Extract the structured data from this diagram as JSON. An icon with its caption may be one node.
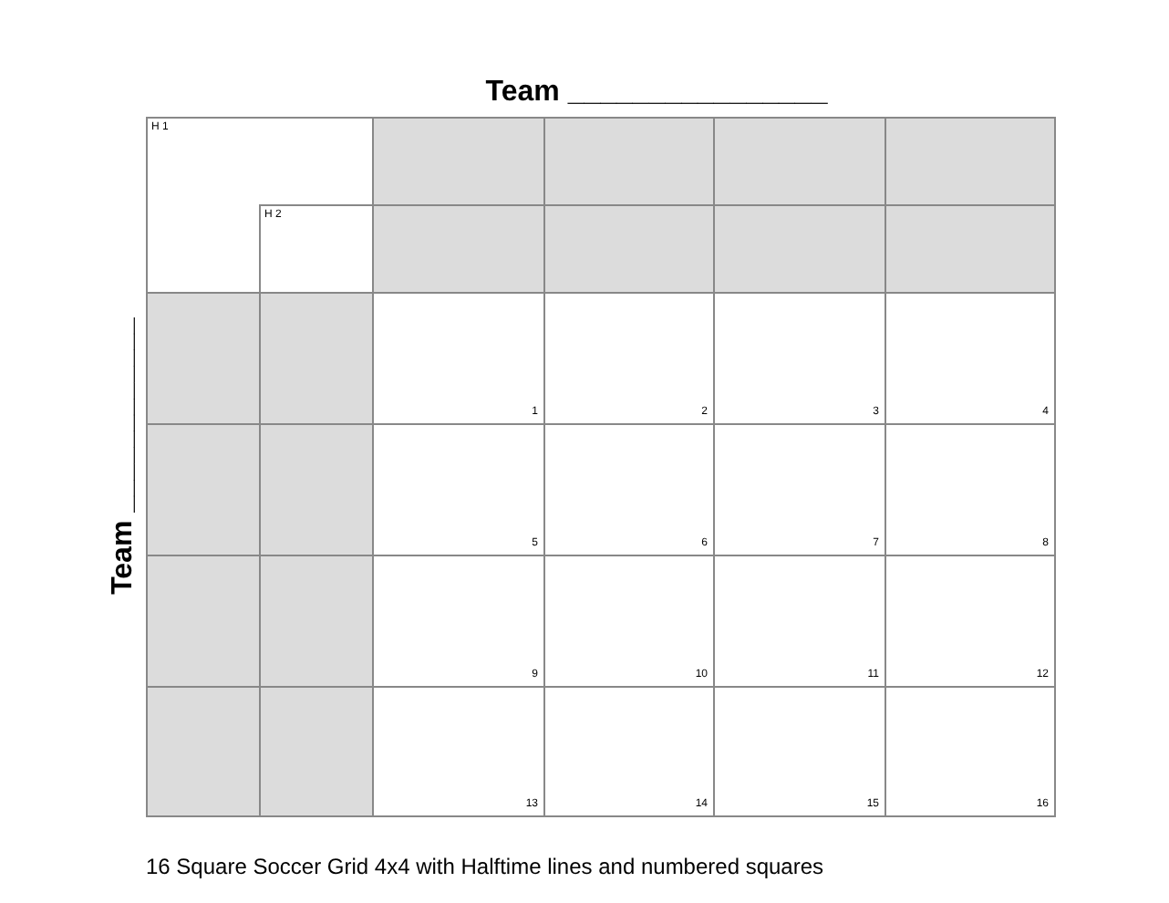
{
  "diagram": {
    "title": "Team ________________",
    "caption": "16 Square Soccer Grid 4x4 with Halftime lines and numbered squares",
    "labels": [
      "Team ____________",
      "H 1",
      "H 2",
      "1",
      "2",
      "3",
      "4",
      "5",
      "6",
      "7",
      "8",
      "9",
      "10",
      "11",
      "12",
      "13",
      "14",
      "15",
      "16"
    ]
  }
}
